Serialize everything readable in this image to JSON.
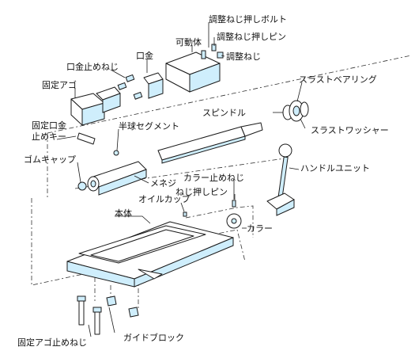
{
  "labels": {
    "adjust_push_bolt": "調整ねじ押しボルト",
    "adjust_push_pin": "調整ねじ押しピン",
    "movable_body": "可動体",
    "jaw_plate": "口金",
    "adjust_screw": "調整ねじ",
    "jaw_set_screw": "口金止めねじ",
    "fixed_jaw": "固定アゴ",
    "thrust_bearing": "スラストベアリング",
    "spindle": "スピンドル",
    "thrust_washer": "スラストワッシャー",
    "fixed_jaw_key_line1": "固定口金",
    "fixed_jaw_key_line2": "止めキー",
    "half_ball_segment": "半球セグメント",
    "rubber_cap": "ゴムキャップ",
    "handle_unit": "ハンドルユニット",
    "nut": "メネジ",
    "collar_set_screw": "カラー止めねじ",
    "oil_cup": "オイルカップ",
    "screw_push_pin": "ねじ押しピン",
    "main_body": "本体",
    "collar": "カラー",
    "fixed_jaw_set_screw": "固定アゴ止めねじ",
    "guide_block": "ガイドブロック"
  },
  "colors": {
    "shade": "#cfeefc",
    "line": "#1a1a1a"
  }
}
